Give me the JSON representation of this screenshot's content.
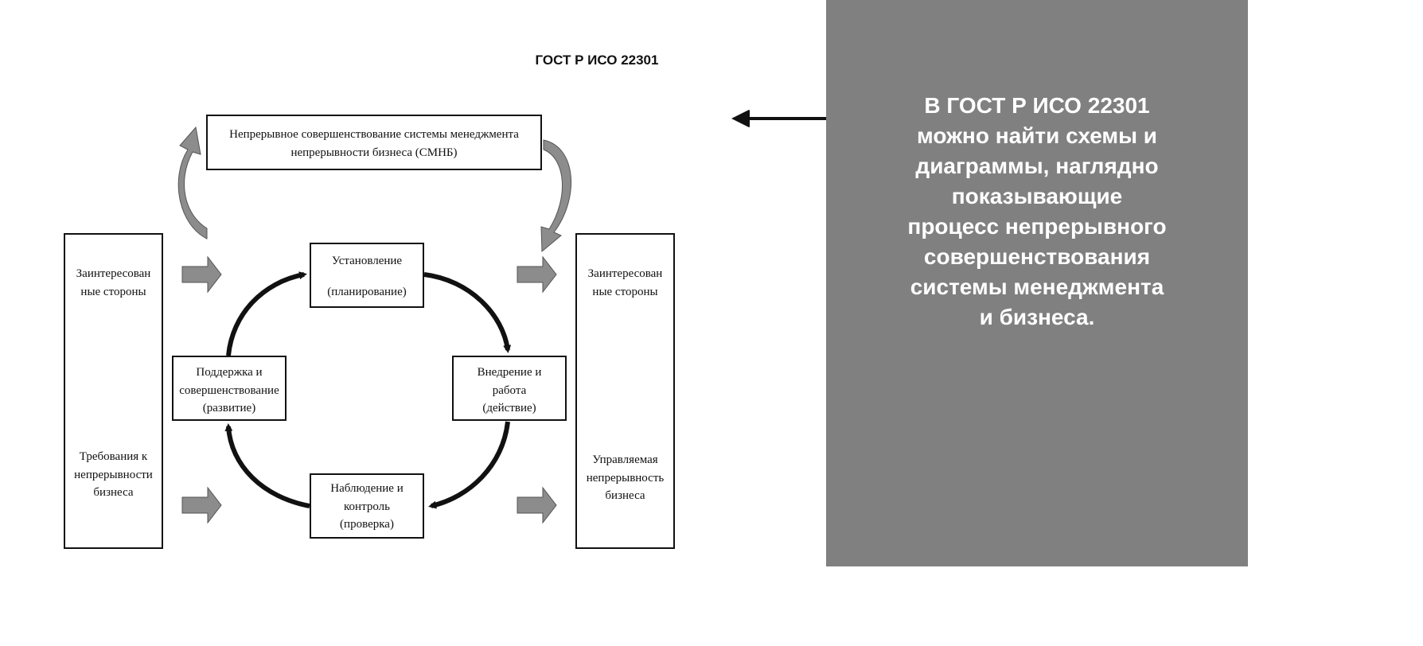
{
  "header": {
    "title": "ГОСТ Р ИСО 22301"
  },
  "diagram": {
    "top_box": {
      "lines": [
        "Непрерывное совершенствование системы менеджмента",
        "непрерывности бизнеса (СМНБ)"
      ]
    },
    "left_box": {
      "top_lines": [
        "Заинтересован",
        "ные стороны"
      ],
      "bottom_lines": [
        "Требования к",
        "непрерывности",
        "бизнеса"
      ]
    },
    "right_box": {
      "top_lines": [
        "Заинтересован",
        "ные стороны"
      ],
      "bottom_lines": [
        "Управляемая",
        "непрерывность",
        "бизнеса"
      ]
    },
    "cycle": {
      "plan": {
        "lines": [
          "Установление",
          "(планирование)"
        ]
      },
      "do": {
        "lines": [
          "Внедрение и",
          "работа",
          "(действие)"
        ]
      },
      "check": {
        "lines": [
          "Наблюдение и",
          "контроль",
          "(проверка)"
        ]
      },
      "act": {
        "lines": [
          "Поддержка и",
          "совершенствование",
          "(развитие)"
        ]
      }
    }
  },
  "callout": {
    "lines": [
      "В ГОСТ Р ИСО 22301",
      "можно найти схемы и",
      "диаграммы, наглядно",
      "показывающие",
      "процесс непрерывного",
      "совершенствования",
      "системы менеджмента",
      "и бизнеса."
    ]
  },
  "colors": {
    "panel": "#808080",
    "callout_text": "#ffffff",
    "arrow_fill": "#8c8c8c",
    "line": "#111111"
  }
}
